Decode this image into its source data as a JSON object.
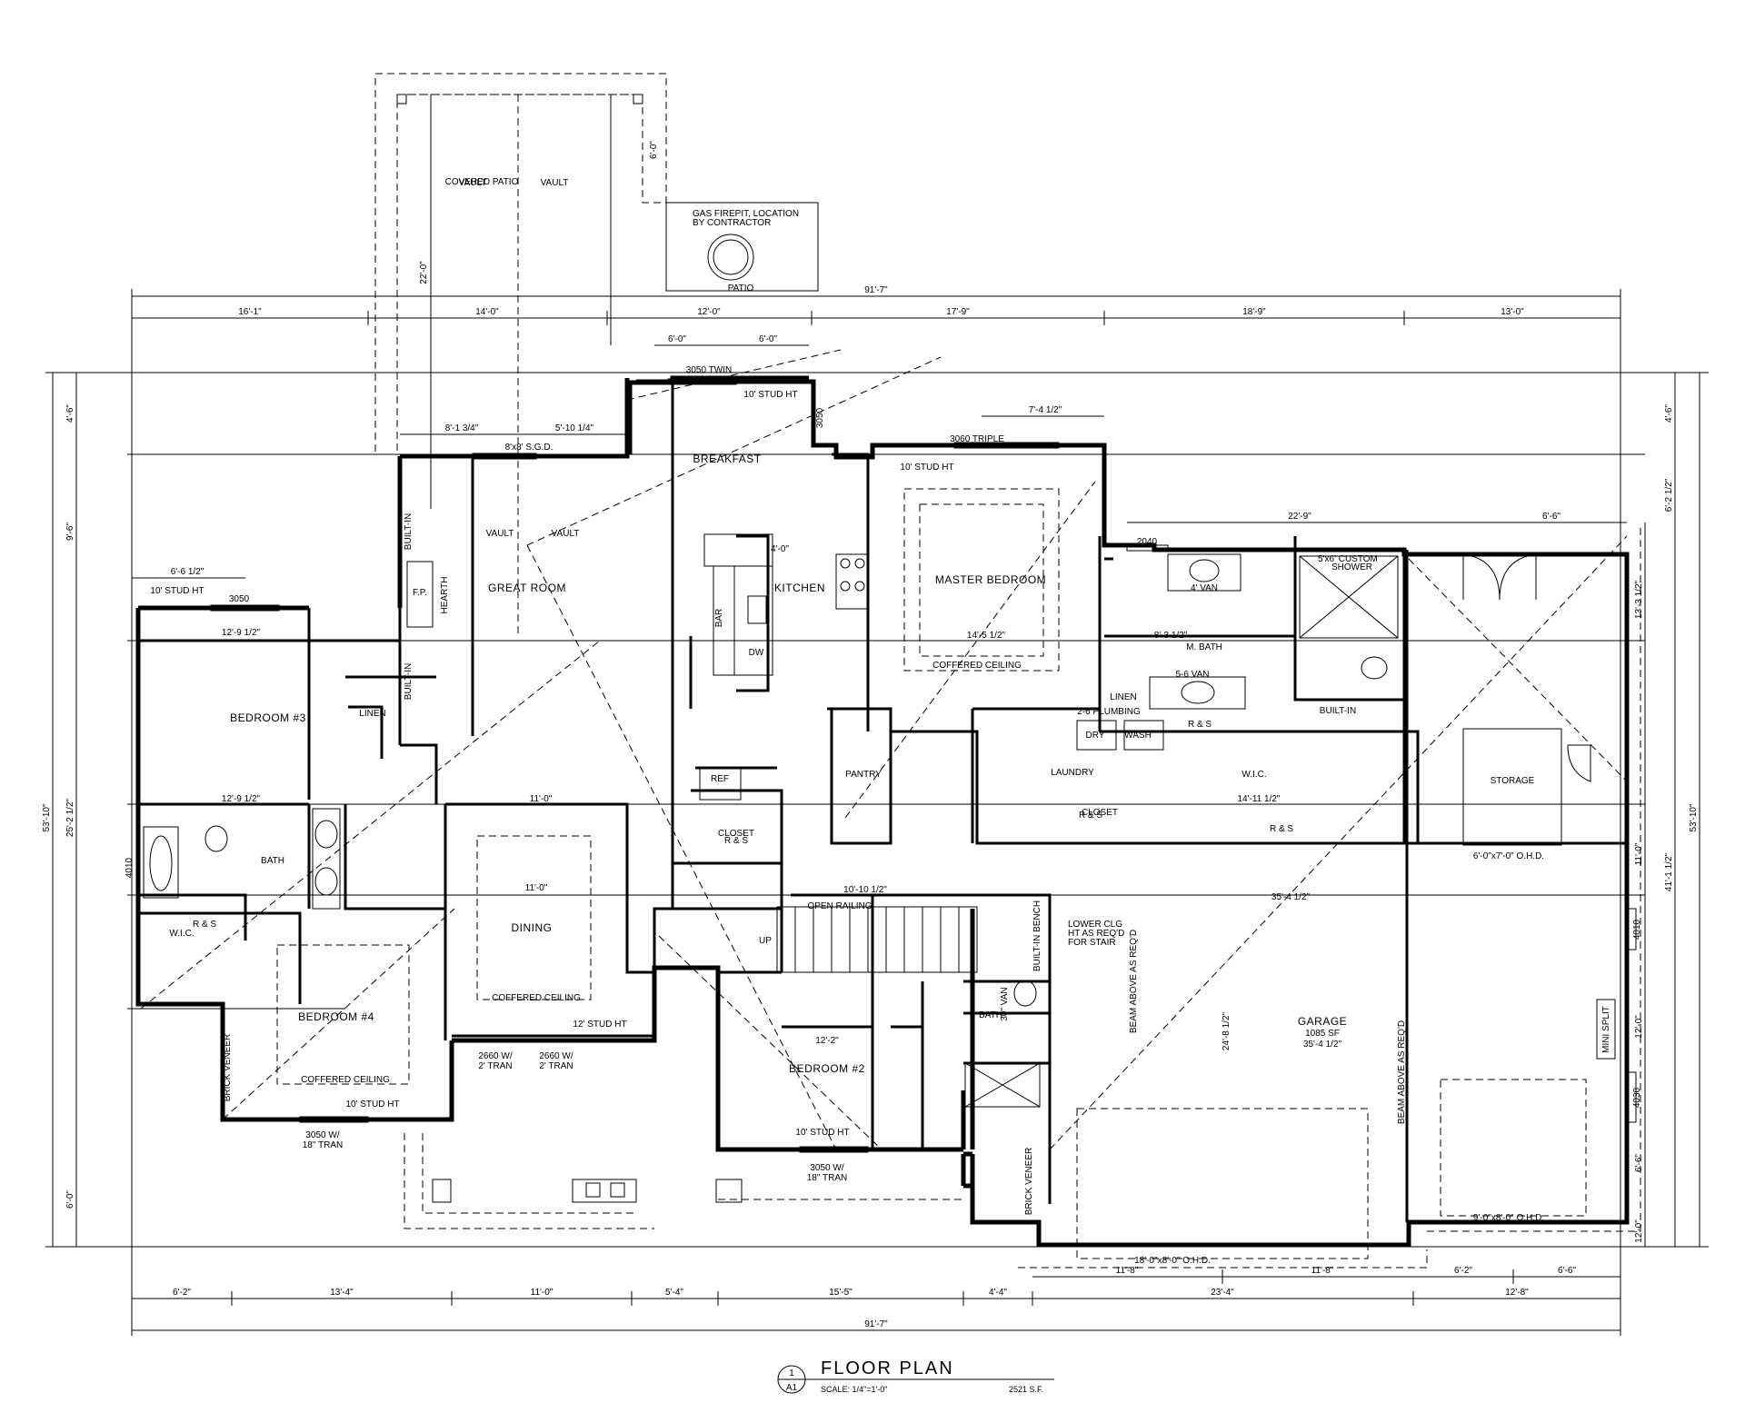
{
  "rooms": {
    "covered_patio": "COVERED PATIO",
    "patio": "PATIO",
    "breakfast": "BREAKFAST",
    "great_room": "GREAT ROOM",
    "kitchen": "KITCHEN",
    "master_bedroom": "MASTER BEDROOM",
    "bedroom3": "BEDROOM #3",
    "bedroom4": "BEDROOM #4",
    "bedroom2": "BEDROOM #2",
    "dining": "DINING",
    "garage": "GARAGE",
    "garage_sf": "1085 SF",
    "storage": "STORAGE",
    "pantry": "PANTRY",
    "laundry": "LAUNDRY",
    "m_bath": "M. BATH",
    "wic": "W.I.C.",
    "bath": "BATH",
    "closet": "CLOSET",
    "linen": "LINEN"
  },
  "notes": {
    "vault": "VAULT",
    "fireplace": "GAS FIREPIT, LOCATION\nBY CONTRACTOR",
    "coffered_ceiling": "COFFERED CEILING",
    "stud_ht": "10' STUD HT",
    "stud_ht_12": "12' STUD HT",
    "open_railing": "OPEN RAILING",
    "up": "UP",
    "lower_clg": "LOWER CLG\nHT AS REQ'D\nFOR STAIR",
    "beam": "BEAM ABOVE AS REQ'D",
    "brick_veneer": "BRICK VENEER",
    "custom_shower": "5'x6' CUSTOM\nSHOWER",
    "built_in": "BUILT-IN",
    "built_in_bench": "BUILT-IN BENCH",
    "mini_split": "MINI SPLIT",
    "hearth": "HEARTH",
    "fp": "F.P.",
    "bar": "BAR",
    "dw": "DW",
    "ref": "REF",
    "dry": "DRY",
    "wash": "WASH",
    "plumbing": "2-6 PLUMBING",
    "van4": "4' VAN",
    "van56": "5-6 VAN",
    "van30": "30\" VAN",
    "r_s": "R & S",
    "window_3050": "3050",
    "window_3050_twin": "3050 TWIN",
    "window_3060_triple": "3060 TRIPLE",
    "sgd": "8'x8' S.G.D.",
    "door_2040": "2040",
    "door_4010": "4010",
    "door_4030": "4030",
    "ohd_large": "18'-0\"x8'-0\" O.H.D.",
    "ohd_small": "9'-0\"x8'-0\" O.H.D.",
    "ohd_storage": "6'-0\"x7'-0\" O.H.D.",
    "tran_3050": "3050 W/\n18\" TRAN",
    "tran_2660": "2660 W/\n2' TRAN"
  },
  "dims_top": [
    "16'-1\"",
    "14'-0\"",
    "12'-0\"",
    "17'-9\"",
    "18'-9\"",
    "13'-0\""
  ],
  "dims_bottom": [
    "6'-2\"",
    "13'-4\"",
    "11'-0\"",
    "5'-4\"",
    "15'-5\"",
    "4'-4\"",
    "23'-4\"",
    "12'-8\""
  ],
  "dims_bottom_inner": [
    "11'-8\"",
    "11'-8\"",
    "6'-2\"",
    "6'-6\""
  ],
  "overall_width": "91'-7\"",
  "overall_depth": "53'-10\"",
  "dims_right": [
    "4'-6\"",
    "6'-2 1/2\"",
    "13'-3 1/2\"",
    "11'-0\"",
    "41'-1 1/2\"",
    "12'-0\"",
    "6'-6\"",
    "12'-0\""
  ],
  "dims_left": [
    "4'-6\"",
    "9'-6\"",
    "25'-2 1/2\"",
    "6'-0\""
  ],
  "misc_dims": {
    "d6_0a": "6'-0\"",
    "d6_0b": "6'-0\"",
    "d22_0": "22'-0\"",
    "d8_1": "8'-1 3/4\"",
    "d5_10": "5'-10 1/4\"",
    "d7_4": "7'-4 1/2\"",
    "d22_9": "22'-9\"",
    "d6_6": "6'-6\"",
    "d6_6b": "6'-6 1/2\"",
    "d12_9": "12'-9 1/2\"",
    "d14_5": "14'-5 1/2\"",
    "d35_4": "35'-4 1/2\"",
    "d24_8": "24'-8 1/2\"",
    "d12_2": "12'-2\"",
    "d11_0": "11'-0\"",
    "d10_10": "10'-10 1/2\"",
    "d14_11": "14'-11 1/2\"",
    "d8_3": "8'-3 1/2\"",
    "d4_0": "4'-0\""
  },
  "title": {
    "number": "1",
    "sheet": "A1",
    "name": "FLOOR PLAN",
    "scale": "SCALE: 1/4\"=1'-0\"",
    "area": "2521 S.F."
  }
}
